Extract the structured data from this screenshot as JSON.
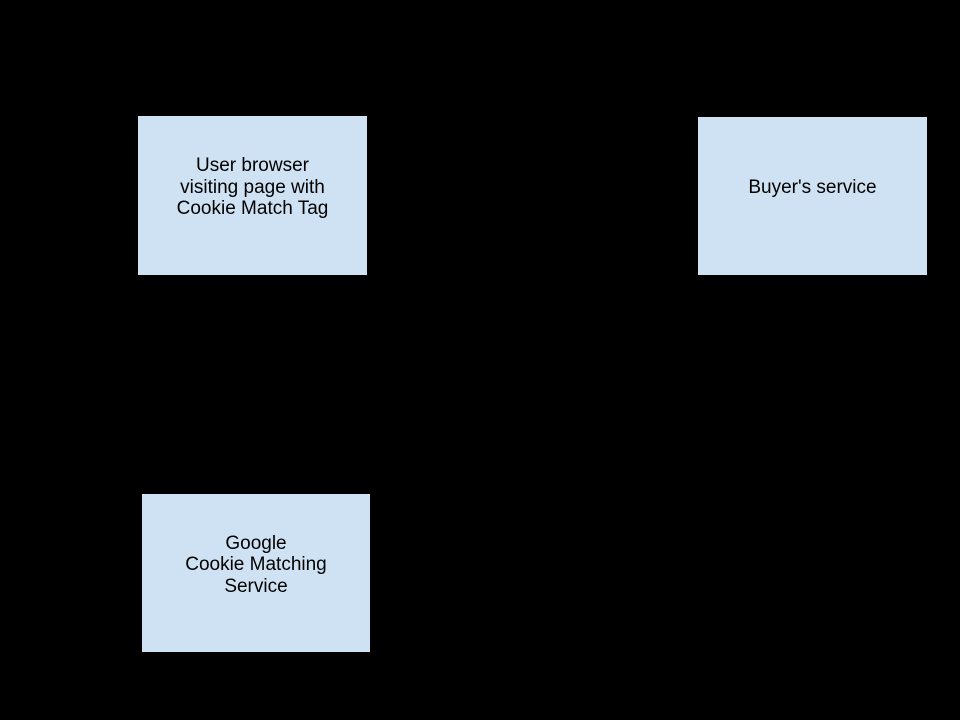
{
  "canvas": {
    "background_color": "#000000"
  },
  "diagram": {
    "type": "flow-diagram",
    "node_fill_color": "#cfe2f3",
    "node_border_color": "#000000",
    "node_text_color": "#000000",
    "nodes": [
      {
        "id": "user-browser",
        "lines": [
          "User browser",
          "visiting page with",
          "Cookie Match Tag"
        ],
        "fill": "#cfe2f3"
      },
      {
        "id": "buyers-service",
        "lines": [
          "Buyer's service"
        ],
        "fill": "#cfe2f3"
      },
      {
        "id": "google-cookie-matching-service",
        "lines": [
          "Google",
          "Cookie Matching",
          "Service"
        ],
        "fill": "#cfe2f3"
      }
    ]
  }
}
